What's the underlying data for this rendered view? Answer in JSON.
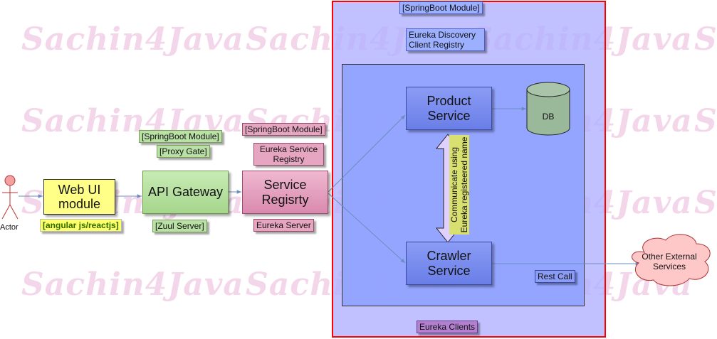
{
  "watermark": "Sachin4Java",
  "actor": {
    "label": "Actor"
  },
  "web_ui": {
    "title": "Web UI module",
    "tech": "[angular js/reactjs]"
  },
  "gateway": {
    "title": "API Gateway",
    "module": "[SpringBoot Module]",
    "role": "[Proxy Gate]",
    "server": "[Zuul Server]"
  },
  "registry": {
    "title": "Service Regisrty",
    "module": "[SpringBoot Module]",
    "role": "Eureka Service Registry",
    "server": "Eureka Server"
  },
  "client_area": {
    "module": "[SpringBoot Module]",
    "discovery": "Eureka Discovery Client Registry",
    "clients": "Eureka Clients"
  },
  "product": {
    "title": "Product Service"
  },
  "crawler": {
    "title": "Crawler Service"
  },
  "db": {
    "label": "DB"
  },
  "communication": {
    "label": "Communicate using Eureka registeered name"
  },
  "rest_call": {
    "label": "Rest Call"
  },
  "external": {
    "label": "Other External Services"
  },
  "colors": {
    "web_ui": "#ffff88",
    "gateway": "#b9e0a5",
    "registry": "#e6a5c0",
    "client_area": "#c0c0ff",
    "inner_area": "#99aaff",
    "service": "#7a8cf0",
    "db": "#9ab89a",
    "cloud": "#ffc8c8",
    "frame": "#ff0000",
    "purple_tag": "#b380d0"
  }
}
